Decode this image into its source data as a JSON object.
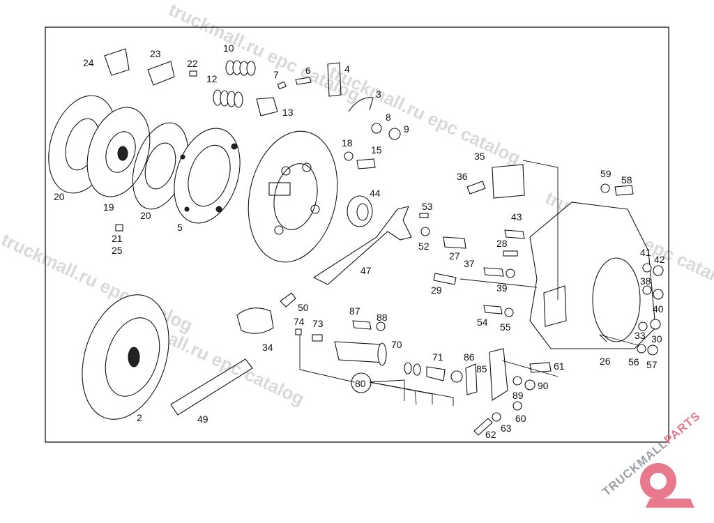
{
  "watermark": {
    "text1": "truckmall.ru epc catalog",
    "text2": "truckmall.ru epc catalog",
    "text3": "truckmall.ru epc catalog",
    "text4": "truckmall.ru epc catalog",
    "text5": "truckmall.ru epc catalog"
  },
  "logo": {
    "text_a": "TRUCKMALL",
    "text_b": "PARTS",
    "color_a": "#9aa0a6",
    "color_b": "#e8788c"
  },
  "callouts": {
    "c2": "2",
    "c3": "3",
    "c4": "4",
    "c5": "5",
    "c6": "6",
    "c7": "7",
    "c8": "8",
    "c9": "9",
    "c10": "10",
    "c12": "12",
    "c13": "13",
    "c15": "15",
    "c18": "18",
    "c19": "19",
    "c20a": "20",
    "c20b": "20",
    "c21": "21",
    "c22": "22",
    "c23": "23",
    "c24": "24",
    "c25": "25",
    "c26": "26",
    "c27": "27",
    "c28": "28",
    "c29": "29",
    "c30": "30",
    "c33": "33",
    "c34": "34",
    "c35": "35",
    "c36": "36",
    "c37": "37",
    "c38": "38",
    "c39": "39",
    "c40": "40",
    "c41": "41",
    "c42": "42",
    "c43": "43",
    "c44": "44",
    "c47": "47",
    "c49": "49",
    "c50": "50",
    "c52": "52",
    "c53": "53",
    "c54": "54",
    "c55": "55",
    "c56": "56",
    "c57": "57",
    "c58": "58",
    "c59": "59",
    "c60": "60",
    "c61": "61",
    "c62": "62",
    "c63": "63",
    "c70": "70",
    "c71": "71",
    "c73": "73",
    "c74": "74",
    "c80": "80",
    "c85": "85",
    "c86": "86",
    "c87": "87",
    "c88": "88",
    "c89": "89",
    "c90": "90"
  }
}
